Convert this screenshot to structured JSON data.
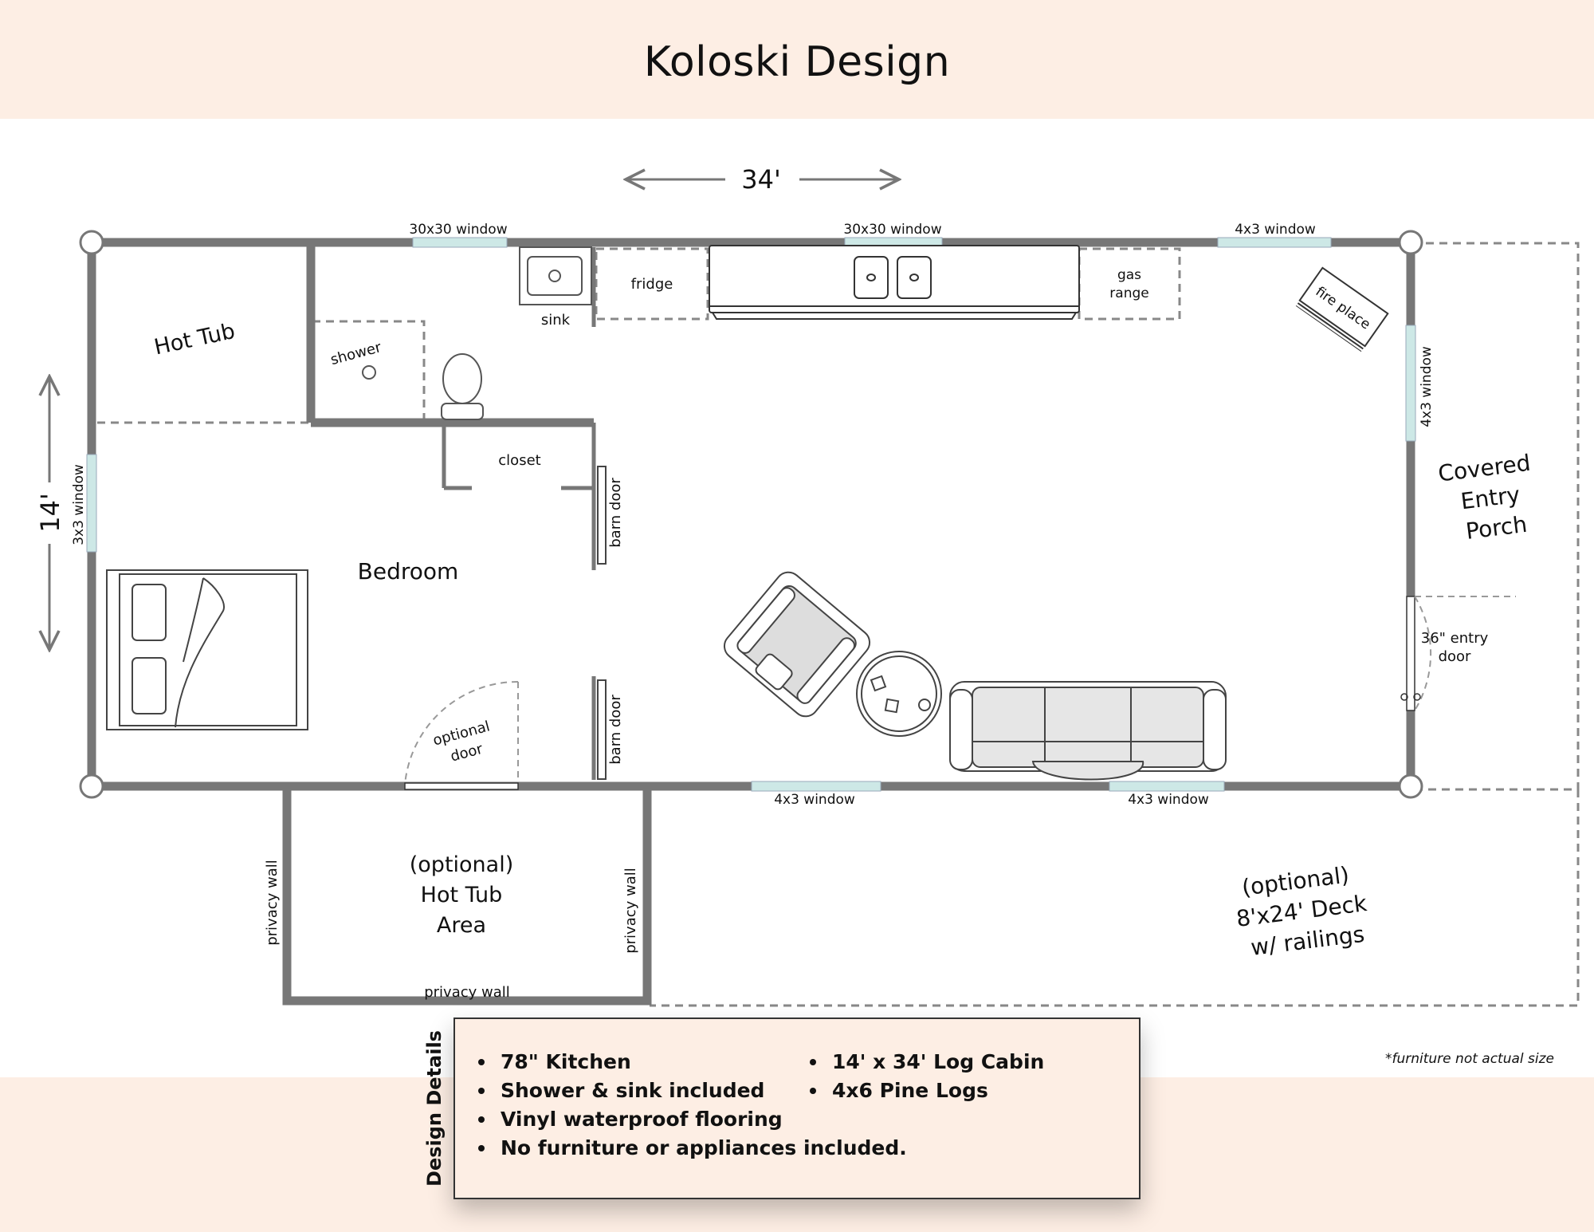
{
  "title": "Koloski Design",
  "colors": {
    "band": "#fdeee4",
    "wall": "#777777",
    "window": "#cde8e6",
    "dash": "#888888"
  },
  "dimensions": {
    "width": "34'",
    "depth": "14'"
  },
  "windows": {
    "top_left": "30x30 window",
    "top_mid": "30x30 window",
    "top_right": "4x3 window",
    "right": "4x3 window",
    "left": "3x3 window",
    "bottom_left": "4x3 window",
    "bottom_right": "4x3 window"
  },
  "rooms": {
    "hot_tub": "Hot Tub",
    "shower": "shower",
    "closet": "closet",
    "bedroom": "Bedroom",
    "porch": [
      "Covered",
      "Entry",
      "Porch"
    ],
    "hot_tub_area": [
      "(optional)",
      "Hot Tub",
      "Area"
    ],
    "deck": [
      "(optional)",
      "8'x24' Deck",
      "w/ railings"
    ]
  },
  "fixtures": {
    "sink": "sink",
    "fridge": "fridge",
    "gas_range": [
      "gas",
      "range"
    ],
    "fireplace": "fire place",
    "barn_door_upper": "barn door",
    "barn_door_lower": "barn door",
    "optional_door": [
      "optional",
      "door"
    ],
    "entry_door": [
      "36\" entry",
      "door"
    ],
    "privacy_wall_left": "privacy wall",
    "privacy_wall_right": "privacy wall",
    "privacy_wall_bottom": "privacy wall"
  },
  "details": {
    "heading": "Design Details",
    "left_items": [
      "78\" Kitchen",
      "Shower & sink included",
      "Vinyl waterproof flooring",
      "No furniture or appliances included."
    ],
    "right_items": [
      "14' x 34' Log Cabin",
      "4x6 Pine Logs"
    ]
  },
  "footnote": "*furniture not actual size"
}
